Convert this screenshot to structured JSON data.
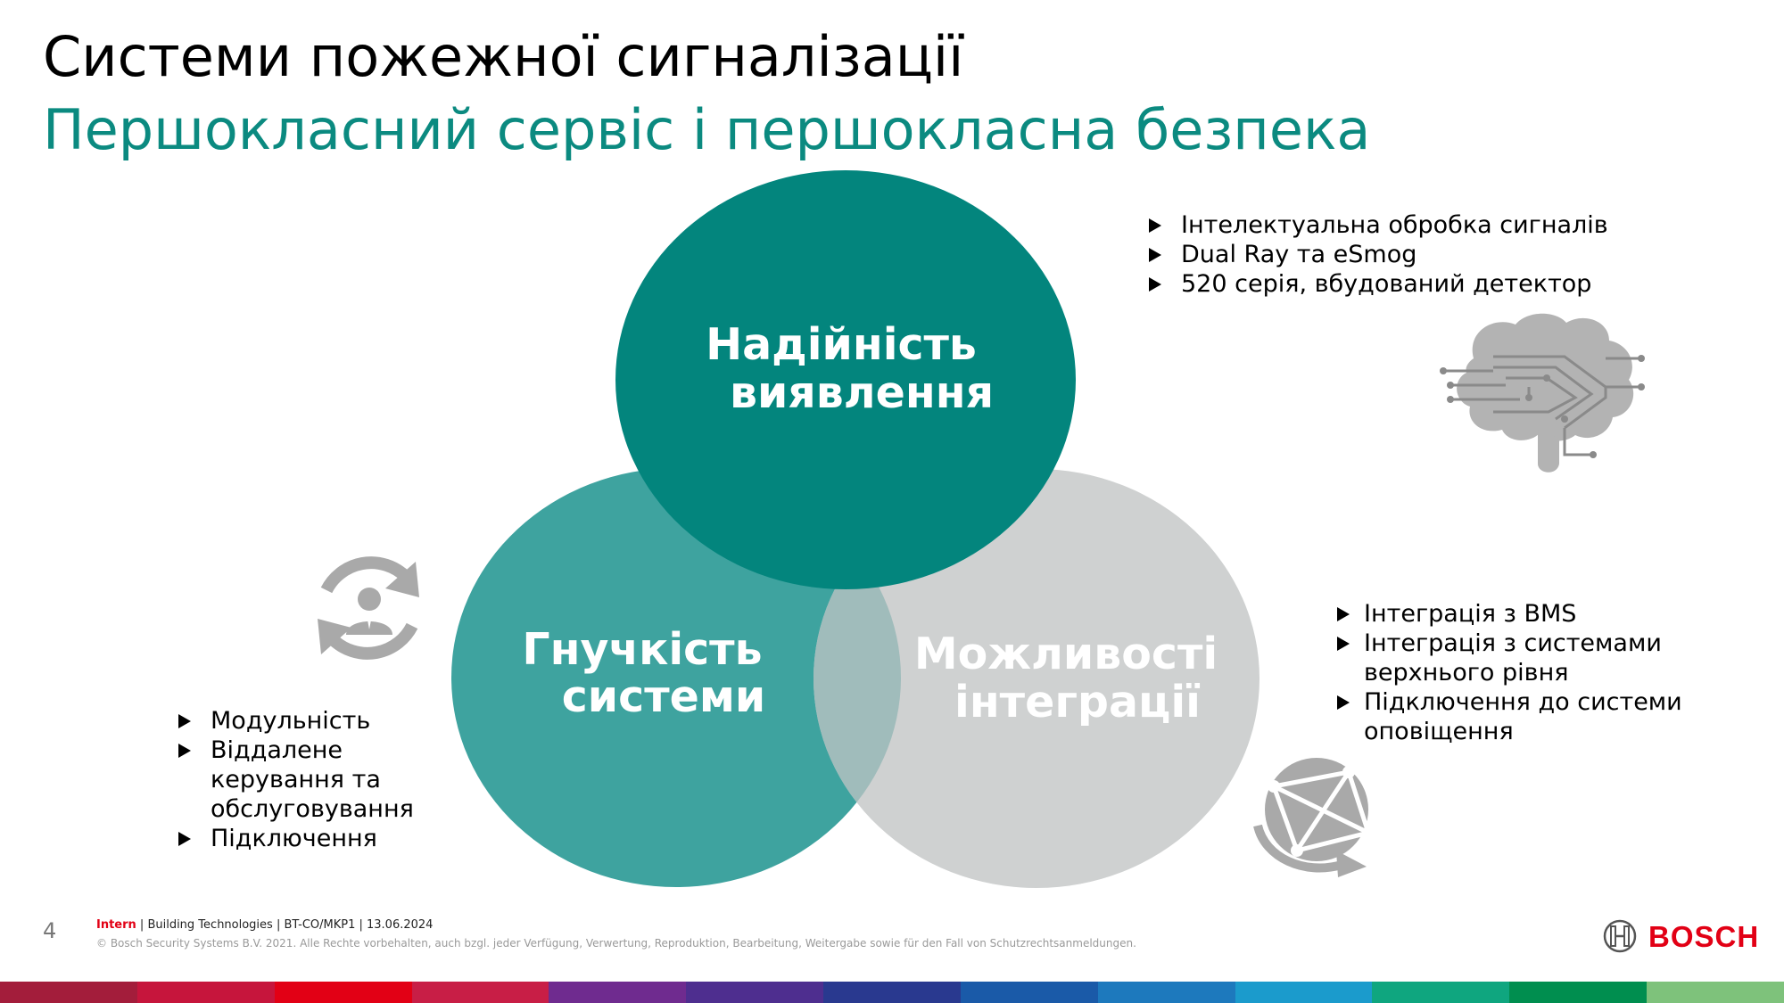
{
  "title": "Системи пожежної сигналізації",
  "subtitle": "Першокласний сервіс і першокласна безпека",
  "circles": {
    "top": {
      "line1": "Надійність",
      "line2": "виявлення",
      "color": "#03857d"
    },
    "left": {
      "line1": "Гнучкість",
      "line2": "системи",
      "color": "#3ea39f"
    },
    "right": {
      "line1": "Можливості",
      "line2": "інтеграції",
      "color": "#cfd1d1"
    },
    "overlap_color": "#a0bcbb"
  },
  "bullets_top": [
    "Інтелектуальна обробка сигналів",
    "Dual Ray та eSmog",
    "520 серія, вбудований детектор"
  ],
  "bullets_right": [
    "Інтеграція з BMS",
    "Інтеграція з системами верхнього рівня",
    "Підключення до системи оповіщення"
  ],
  "bullets_left": [
    "Модульність",
    "Віддалене керування та обслуговування",
    "Підключення"
  ],
  "icons": {
    "brain": "brain-circuit-icon",
    "service": "user-refresh-icon",
    "network": "globe-network-icon",
    "color": "#a9a9a9"
  },
  "footer": {
    "page_number": "4",
    "classification": "Intern",
    "info": " | Building Technologies | BT-CO/MKP1 | 13.06.2024",
    "copyright": "© Bosch Security Systems B.V.  2021. Alle Rechte vorbehalten, auch bzgl. jeder Verfügung, Verwertung, Reproduktion, Bearbeitung, Weitergabe sowie für den Fall von Schutzrechtsanmeldungen.",
    "brand": "BOSCH",
    "brand_color": "#e20015"
  },
  "color_bar": [
    "#a31d3b",
    "#c6153c",
    "#e20015",
    "#c81e46",
    "#6f2b8f",
    "#4e2e8f",
    "#29398f",
    "#1a5aa8",
    "#1d79bd",
    "#1b9bcc",
    "#0fa67f",
    "#008e4f",
    "#7ec27b"
  ]
}
